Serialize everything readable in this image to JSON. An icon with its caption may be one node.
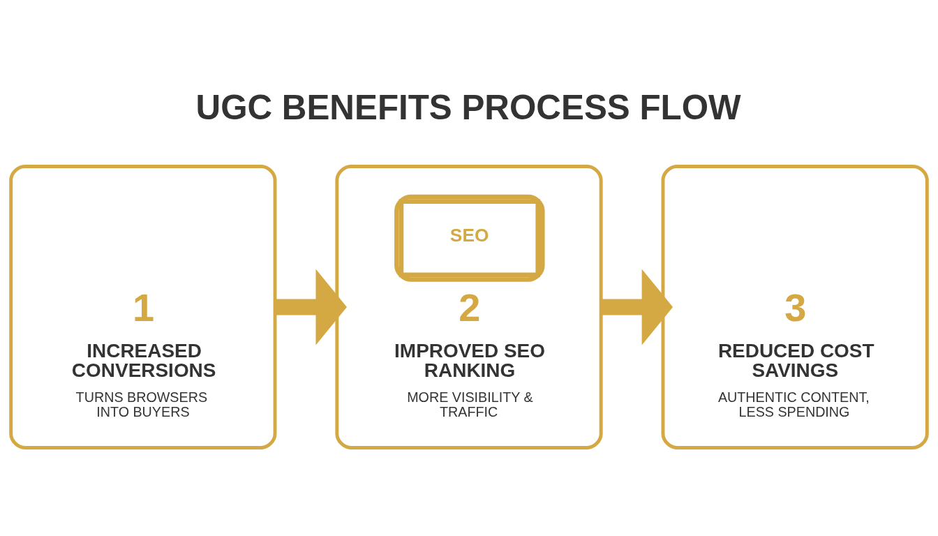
{
  "diagram": {
    "title": "UGC BENEFITS PROCESS FLOW",
    "nodes": [
      {
        "text": [
          "1",
          "INCREASED CONVERSIONS",
          "TURNS BROWSERS INTO BUYERS"
        ]
      },
      {
        "text": [
          "SEO",
          "2",
          "IMPROVED SEO RANKING",
          "MORE VISIBILITY & TRAFFIC"
        ]
      },
      {
        "text": [
          "3",
          "REDUCED COST SAVINGS",
          "AUTHENTIC CONTENT, LESS SPENDING"
        ]
      }
    ],
    "edges": [
      {
        "from": 0,
        "to": 1,
        "arrow": "to"
      },
      {
        "from": 1,
        "to": 2,
        "arrow": "to"
      }
    ]
  }
}
